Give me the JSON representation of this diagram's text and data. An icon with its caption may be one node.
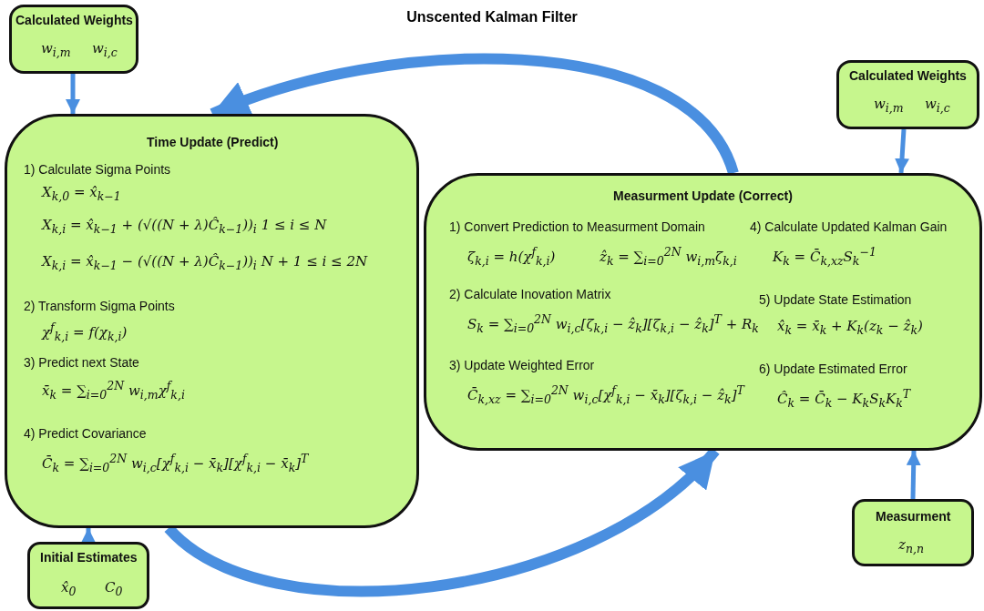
{
  "diagram": {
    "title": "Unscented Kalman Filter",
    "nodes": [
      {
        "text": [
          "Calculated Weights",
          "w$_{i,m}$",
          "w$_{i,c}$"
        ]
      },
      {
        "text": [
          "Time Update (Predict)",
          "1) Calculate Sigma Points",
          "X$_{k,0}$ = x̂$_{k−1}$",
          "X$_{k,i}$ = x̂$_{k−1}$ + (√((N + λ)Ĉ$_{k−1}$))$_{i}$   1 ≤ i ≤ N",
          "X$_{k,i}$ = x̂$_{k−1}$ − (√((N + λ)Ĉ$_{k−1}$))$_{i}$   N + 1 ≤ i ≤ 2N",
          "2) Transform Sigma Points",
          "χ$^{f}$$_{k,i}$ = f(χ$_{k,i}$)",
          "3) Predict next State",
          "x̄$_{k}$ = ∑$_{i=0}$$^{2N}$ w$_{i,m}$χ$^{f}$$_{k,i}$",
          "4) Predict Covariance",
          "C̄$_{k}$ = ∑$_{i=0}$$^{2N}$ w$_{i,c}$[χ$^{f}$$_{k,i}$ − x̄$_{k}$][χ$^{f}$$_{k,i}$ − x̄$_{k}$]$^{T}$"
        ]
      },
      {
        "text": [
          "Measurment Update (Correct)",
          "1) Convert Prediction to Measurment Domain",
          "ζ$_{k,i}$ = h(χ$^{f}$$_{k,i}$)",
          "ẑ$_{k}$ = ∑$_{i=0}$$^{2N}$ w$_{i,m}$ζ$_{k,i}$",
          "2) Calculate Inovation Matrix",
          "S$_{k}$ = ∑$_{i=0}$$^{2N}$ w$_{i,c}$[ζ$_{k,i}$ − ẑ$_{k}$][ζ$_{k,i}$ − ẑ$_{k}$]$^{T}$ + R$_{k}$",
          "3) Update Weighted Error",
          "C̄$_{k,xz}$ = ∑$_{i=0}$$^{2N}$ w$_{i,c}$[χ$^{f}$$_{k,i}$ − x̄$_{k}$][ζ$_{k,i}$ − ẑ$_{k}$]$^{T}$",
          "4) Calculate Updated Kalman Gain",
          "K$_{k}$ = C̄$_{k,xz}$S$_{k}$$^{−1}$",
          "5) Update State Estimation",
          "x̂$_{k}$ = x̄$_{k}$ + K$_{k}$(z$_{k}$ − ẑ$_{k}$)",
          "6) Update Estimated Error",
          "Ĉ$_{k}$ = C̄$_{k}$ − K$_{k}$S$_{k}$K$_{k}$$^{T}$"
        ]
      },
      {
        "text": [
          "Calculated Weights",
          "w$_{i,m}$",
          "w$_{i,c}$"
        ]
      },
      {
        "text": [
          "Initial Estimates",
          "x̂$_{0}$",
          "C$_{0}$"
        ]
      },
      {
        "text": [
          "Measurment",
          "z$_{n,n}$"
        ]
      }
    ],
    "edges": [
      {
        "from": 0,
        "to": 1,
        "arrow": "to"
      },
      {
        "from": 2,
        "to": 1,
        "arrow": "to",
        "style": "thick"
      },
      {
        "from": 3,
        "to": 2,
        "arrow": "to"
      },
      {
        "from": 1,
        "to": 2,
        "arrow": "to",
        "style": "thick"
      },
      {
        "from": 4,
        "to": 1,
        "arrow": "to"
      },
      {
        "from": 5,
        "to": 2,
        "arrow": "to"
      }
    ]
  }
}
